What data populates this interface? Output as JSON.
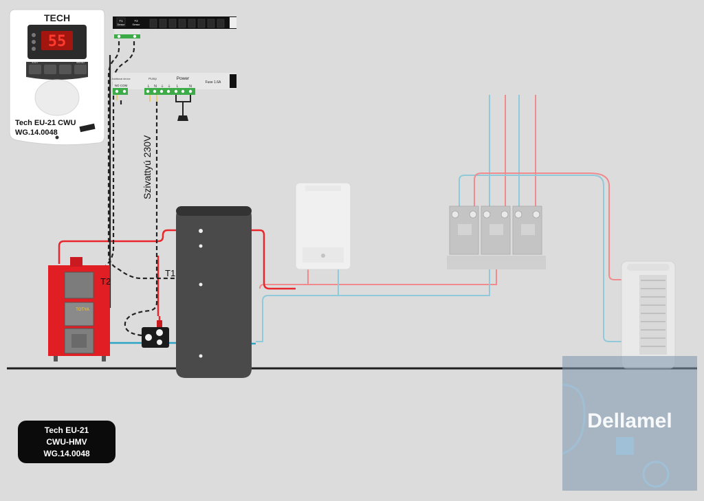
{
  "controller": {
    "brand": "TECH",
    "display": "55",
    "model_line1": "Tech EU-21 CWU",
    "model_line2": "WG.14.0048",
    "btn_exit": "EXIT",
    "btn_menu": "MENU"
  },
  "terminals": {
    "t1_sensor": "T1\nSensor",
    "t2_sensor": "T2\nSensor",
    "additional_device": "Additional device",
    "no_com": "NO COM",
    "pump": "Pump",
    "power": "Power",
    "fuse": "Fuse 1.6A",
    "terminal_letters": [
      "L",
      "N",
      "⏚",
      "⏚",
      "L",
      "N"
    ]
  },
  "labels": {
    "pump_wire": "Szivattyú 230V",
    "t1": "T1",
    "t2": "T2",
    "boiler_brand": "TOTYA"
  },
  "caption": [
    "Tech EU-21",
    "CWU-HMV",
    "WG.14.0048"
  ],
  "watermark": "Dellamel",
  "colors": {
    "hot": "#e8262b",
    "hot_faded": "#f08a8c",
    "cold": "#2aa3c4",
    "cold_faded": "#8fc9da",
    "wire": "#222222",
    "background": "#dcdcdc"
  }
}
